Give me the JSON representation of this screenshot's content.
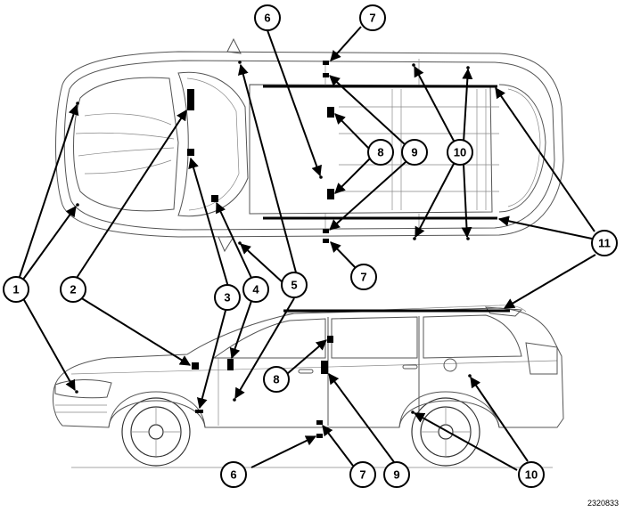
{
  "figure": {
    "id_text": "2320833"
  },
  "callouts": [
    {
      "label": "1"
    },
    {
      "label": "2"
    },
    {
      "label": "3"
    },
    {
      "label": "4"
    },
    {
      "label": "5"
    },
    {
      "label": "6"
    },
    {
      "label": "7"
    },
    {
      "label": "8"
    },
    {
      "label": "9"
    },
    {
      "label": "10"
    },
    {
      "label": "11"
    },
    {
      "label": "6"
    },
    {
      "label": "7"
    },
    {
      "label": "8"
    },
    {
      "label": "9"
    },
    {
      "label": "10"
    },
    {
      "label": "7"
    }
  ]
}
